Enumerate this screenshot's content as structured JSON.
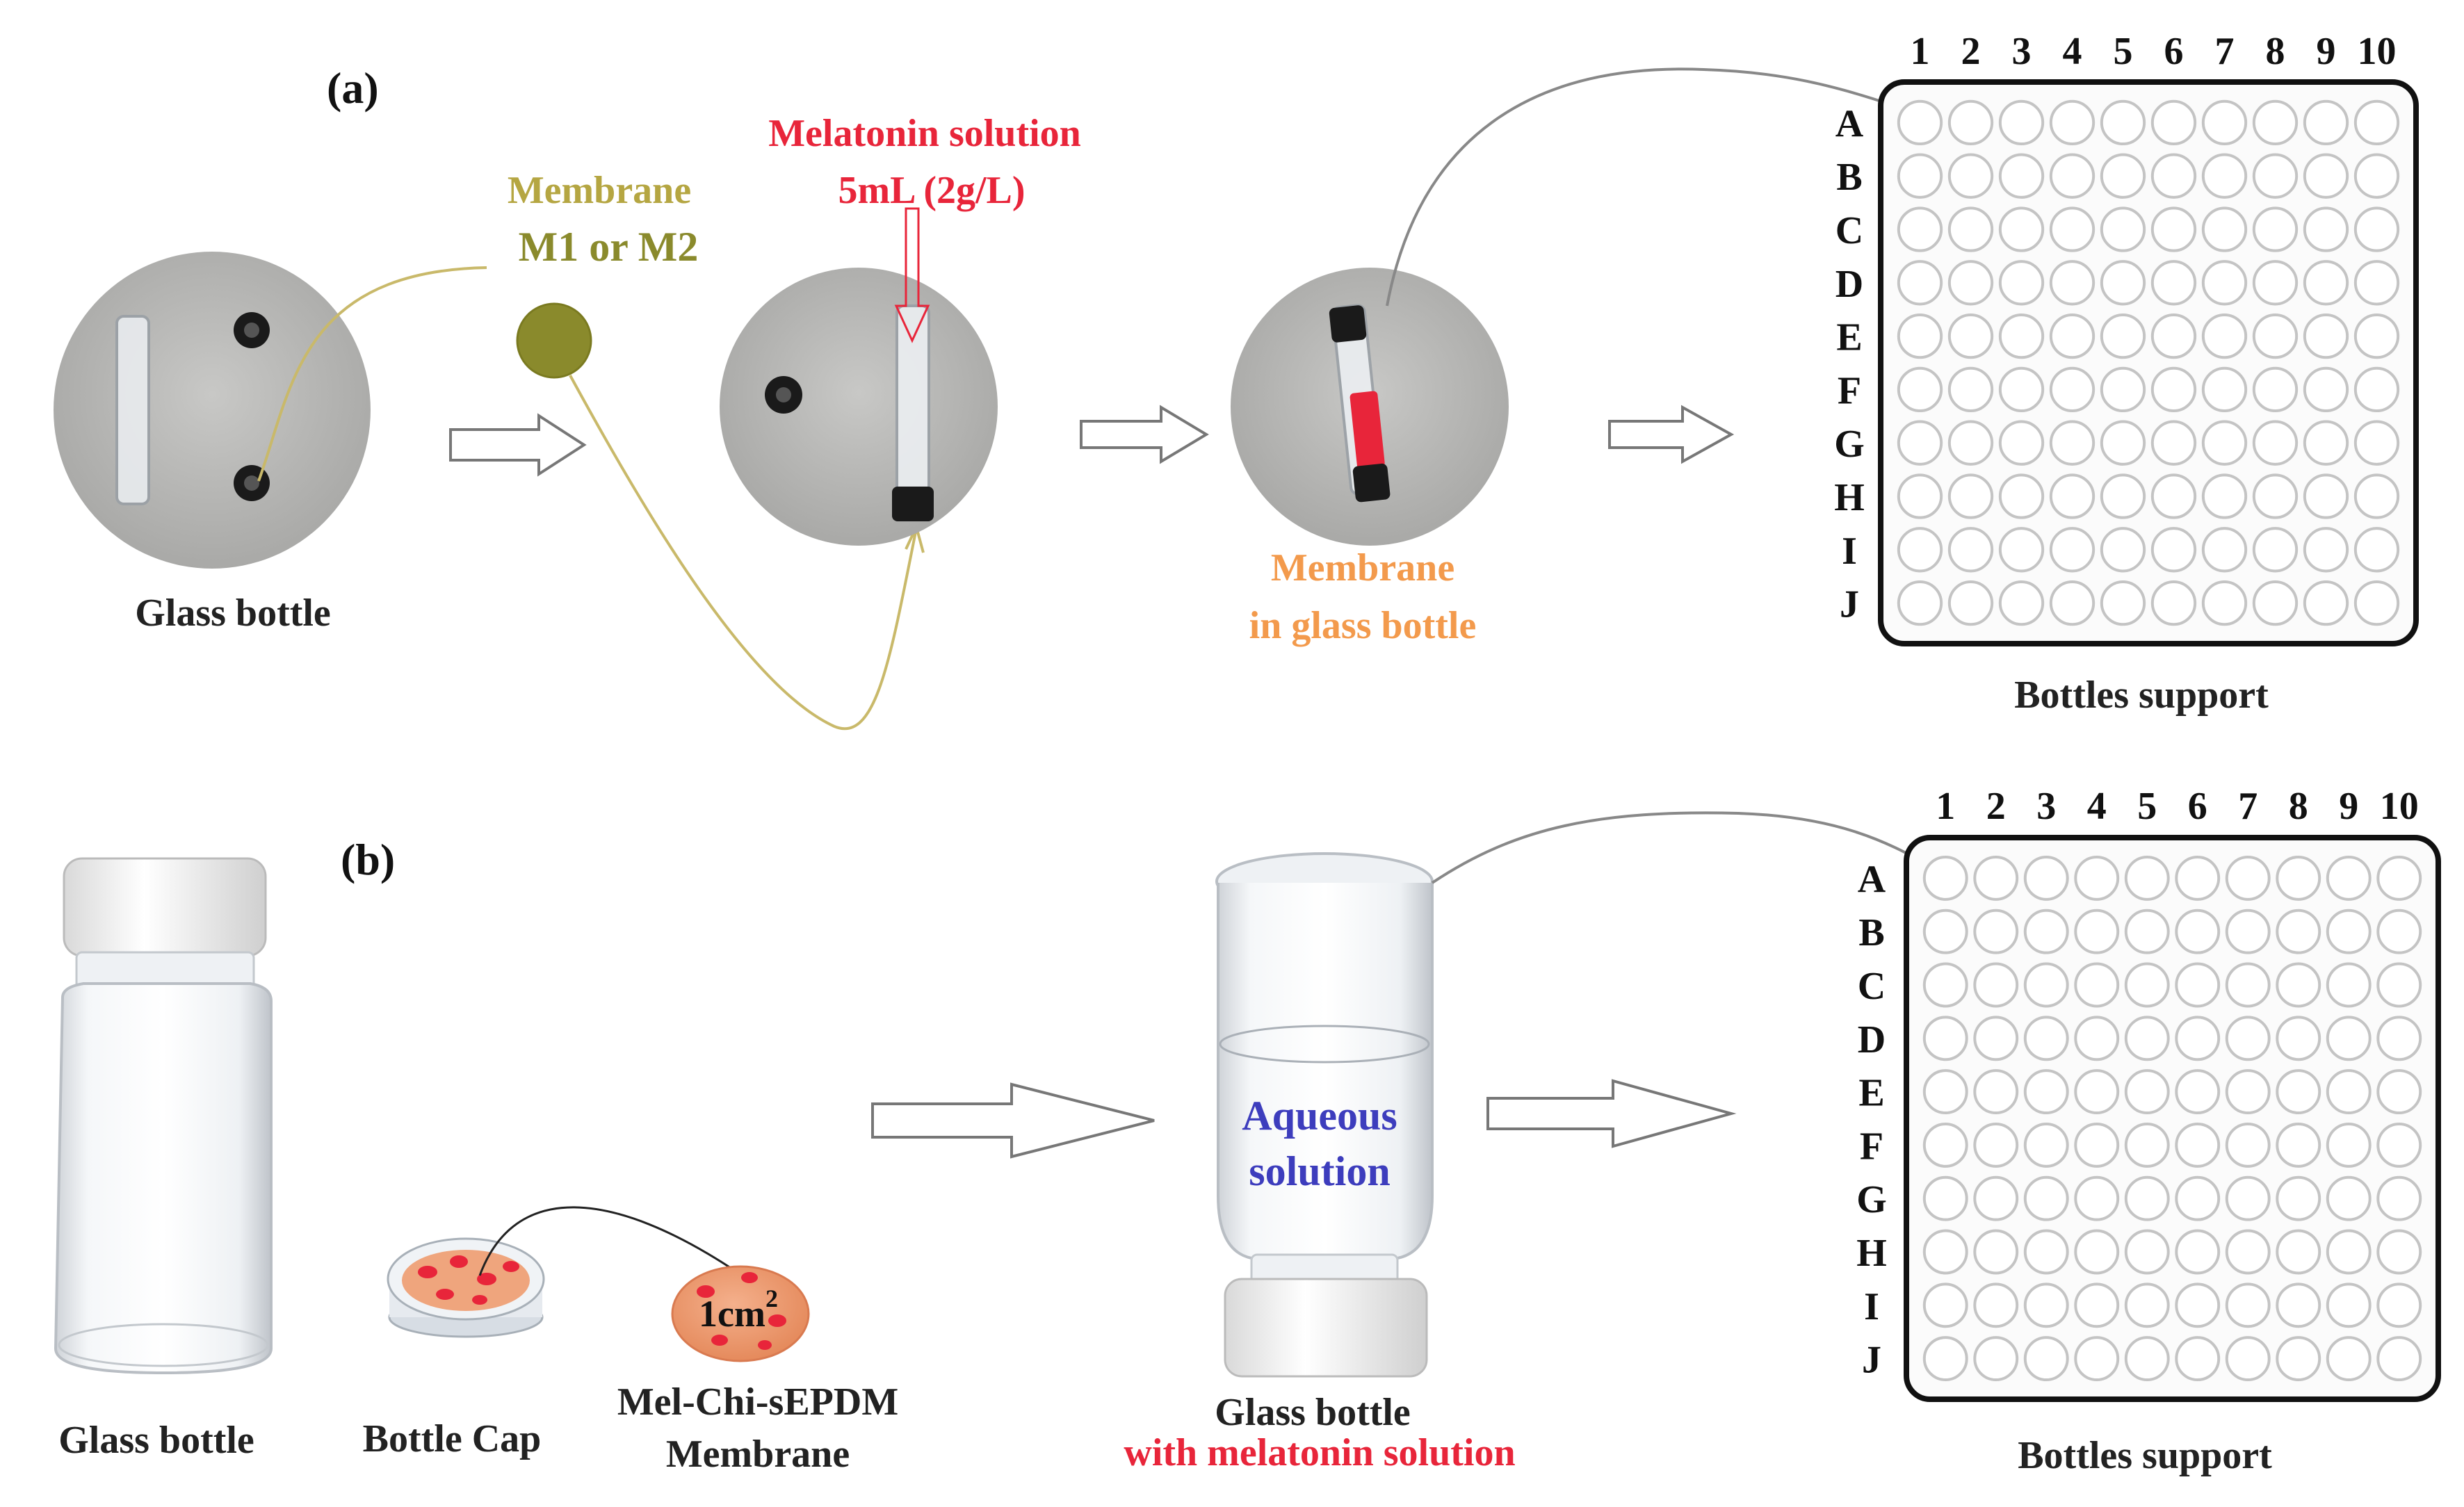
{
  "panel_a": {
    "tag": "(a)",
    "glass_bottle_label": "Glass bottle",
    "membrane_label_line1": "Membrane",
    "membrane_label_line2": "M1 or M2",
    "melatonin_label_line1": "Melatonin solution",
    "melatonin_label_line2": "5mL (2g/L)",
    "membrane_in_bottle_line1": "Membrane",
    "membrane_in_bottle_line2": "in glass bottle",
    "support_label": "Bottles support"
  },
  "panel_b": {
    "tag": "(b)",
    "glass_bottle_label": "Glass bottle",
    "bottle_cap_label": "Bottle Cap",
    "membrane_label_line1": "Mel-Chi-sEPDM",
    "membrane_label_line2": "Membrane",
    "membrane_area": "1cm",
    "membrane_area_sup": "2",
    "aqueous_line1": "Aqueous",
    "aqueous_line2": "solution",
    "result_line1": "Glass bottle",
    "result_line2": "with melatonin solution",
    "support_label": "Bottles support"
  },
  "grid": {
    "columns": [
      "1",
      "2",
      "3",
      "4",
      "5",
      "6",
      "7",
      "8",
      "9",
      "10"
    ],
    "rows": [
      "A",
      "B",
      "C",
      "D",
      "E",
      "F",
      "G",
      "H",
      "I",
      "J"
    ]
  },
  "colors": {
    "membrane_text": "#b5a642",
    "membrane_disk": "#8a8a2c",
    "melatonin_text": "#e8253a",
    "membrane_in_bottle_text": "#f39a4c",
    "aqueous_text": "#3d3dbd",
    "with_melatonin_text": "#e8253a",
    "tube_fill": "#e8253a"
  }
}
